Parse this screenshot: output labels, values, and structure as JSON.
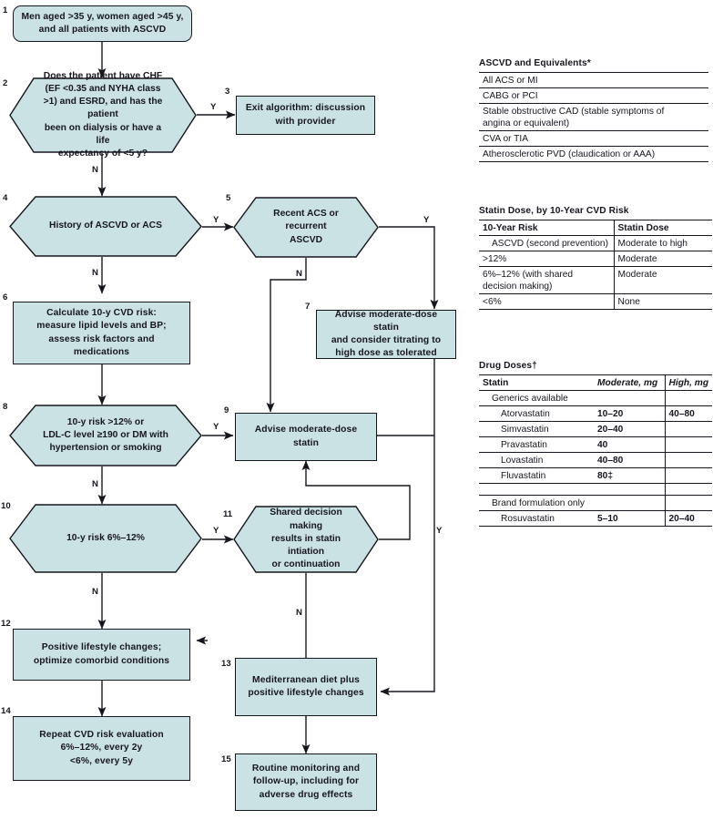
{
  "diagram": {
    "title": "Statin therapy clinical decision algorithm",
    "fill_color": "#cbe2e4",
    "line_color": "#16161e",
    "nodes": [
      {
        "num": "1",
        "shape": "rounded",
        "text": "Men aged >35 y, women aged >45 y,\nand all patients with ASCVD"
      },
      {
        "num": "2",
        "shape": "hex",
        "text": "Does the patient have CHF\n(EF <0.35 and NYHA class\n>1) and ESRD, and has the patient\nbeen on dialysis or have a life\nexpectancy of <5 y?"
      },
      {
        "num": "3",
        "shape": "rect",
        "text": "Exit algorithm: discussion\nwith provider"
      },
      {
        "num": "4",
        "shape": "hex",
        "text": "History of ASCVD or ACS"
      },
      {
        "num": "5",
        "shape": "hex",
        "text": "Recent ACS or recurrent\nASCVD"
      },
      {
        "num": "6",
        "shape": "rect",
        "text": "Calculate 10-y CVD risk:\nmeasure lipid levels and BP;\nassess risk factors and\nmedications"
      },
      {
        "num": "7",
        "shape": "rect",
        "text": "Advise moderate-dose statin\nand consider titrating to\nhigh dose as tolerated"
      },
      {
        "num": "8",
        "shape": "hex",
        "text": "10-y risk >12% or\nLDL-C level ≥190 or DM with\nhypertension or smoking"
      },
      {
        "num": "9",
        "shape": "rect",
        "text": "Advise moderate-dose statin"
      },
      {
        "num": "10",
        "shape": "hex",
        "text": "10-y risk 6%–12%"
      },
      {
        "num": "11",
        "shape": "hex",
        "text": "Shared decision making\nresults in statin intiation\nor continuation"
      },
      {
        "num": "12",
        "shape": "rect",
        "text": "Positive lifestyle changes;\noptimize comorbid conditions"
      },
      {
        "num": "13",
        "shape": "rect",
        "text": "Mediterranean diet plus\npositive lifestyle changes"
      },
      {
        "num": "14",
        "shape": "rect",
        "text": "Repeat CVD risk evaluation\n6%–12%, every 2y\n<6%, every 5y"
      },
      {
        "num": "15",
        "shape": "rect",
        "text": "Routine monitoring and\nfollow-up, including for\nadverse drug effects"
      }
    ],
    "branch_labels": [
      {
        "id": "n2-yes",
        "label": "Y"
      },
      {
        "id": "n2-no",
        "label": "N"
      },
      {
        "id": "n4-yes",
        "label": "Y"
      },
      {
        "id": "n4-no",
        "label": "N"
      },
      {
        "id": "n5-yes",
        "label": "Y"
      },
      {
        "id": "n5-no",
        "label": "N"
      },
      {
        "id": "n8-yes",
        "label": "Y"
      },
      {
        "id": "n8-no",
        "label": "N"
      },
      {
        "id": "n10-yes",
        "label": "Y"
      },
      {
        "id": "n10-no",
        "label": "N"
      },
      {
        "id": "n11-yes",
        "label": "Y"
      },
      {
        "id": "n11-no",
        "label": "N"
      }
    ]
  },
  "table_ascvd": {
    "title": "ASCVD and Equivalents*",
    "rows": [
      "All ACS or MI",
      "CABG or PCI",
      "Stable obstructive CAD (stable symptoms of\n    angina or equivalent)",
      "CVA or TIA",
      "Atherosclerotic PVD (claudication or AAA)"
    ]
  },
  "table_statin_dose": {
    "title": "Statin Dose, by 10-Year CVD Risk",
    "headers": [
      "10-Year Risk",
      "Statin Dose"
    ],
    "rows": [
      [
        "ASCVD (second prevention)",
        "Moderate to high"
      ],
      [
        ">12%",
        "Moderate"
      ],
      [
        "6%–12% (with shared\ndecision making)",
        "Moderate"
      ],
      [
        "<6%",
        "None"
      ]
    ]
  },
  "table_drug_doses": {
    "title": "Drug Doses†",
    "headers": [
      "Statin",
      "Moderate, mg",
      "High, mg"
    ],
    "rows": [
      {
        "indent": 1,
        "name": "Generics available",
        "moderate": "",
        "high": ""
      },
      {
        "indent": 2,
        "name": "Atorvastatin",
        "moderate": "10–20",
        "high": "40–80"
      },
      {
        "indent": 2,
        "name": "Simvastatin",
        "moderate": "20–40",
        "high": ""
      },
      {
        "indent": 2,
        "name": "Pravastatin",
        "moderate": "40",
        "high": ""
      },
      {
        "indent": 2,
        "name": "Lovastatin",
        "moderate": "40–80",
        "high": ""
      },
      {
        "indent": 2,
        "name": "Fluvastatin",
        "moderate": "80‡",
        "high": ""
      },
      {
        "indent": 0,
        "name": "",
        "moderate": "",
        "high": ""
      },
      {
        "indent": 1,
        "name": "Brand formulation only",
        "moderate": "",
        "high": ""
      },
      {
        "indent": 2,
        "name": "Rosuvastatin",
        "moderate": "5–10",
        "high": "20–40"
      }
    ]
  }
}
